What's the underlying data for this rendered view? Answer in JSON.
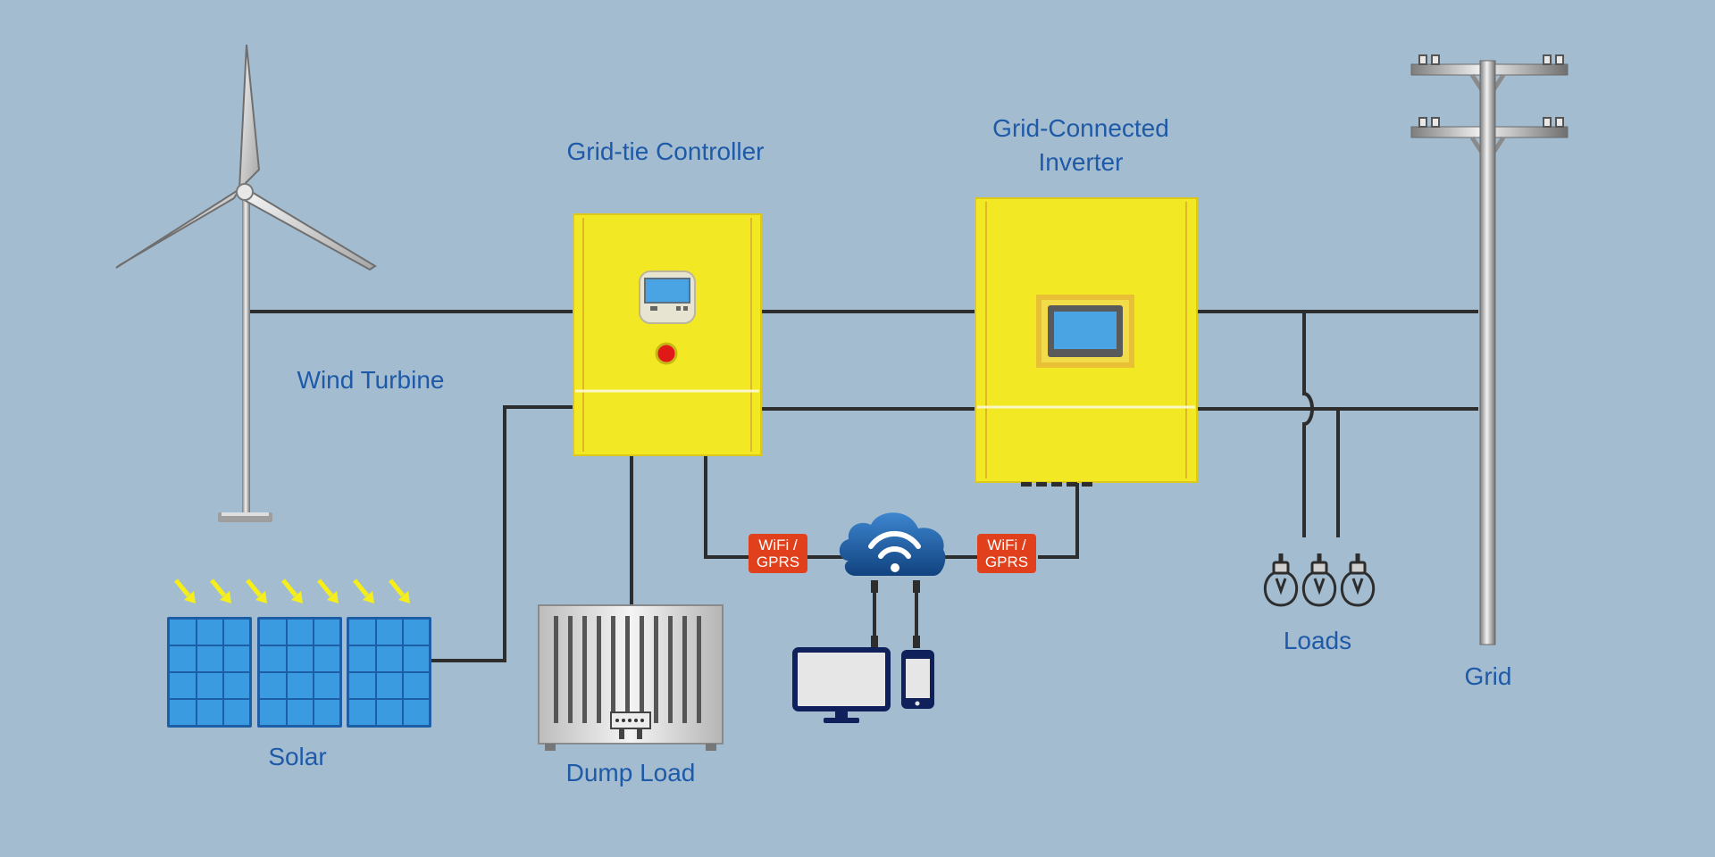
{
  "labels": {
    "wind_turbine": "Wind Turbine",
    "controller": "Grid-tie Controller",
    "inverter_line1": "Grid-Connected",
    "inverter_line2": "Inverter",
    "solar": "Solar",
    "dump_load": "Dump Load",
    "loads": "Loads",
    "grid": "Grid"
  },
  "comm_tags": [
    {
      "line1": "WiFi /",
      "line2": "GPRS"
    },
    {
      "line1": "WiFi /",
      "line2": "GPRS"
    }
  ],
  "colors": {
    "background": "#a4bcd0",
    "label": "#1e5aa8",
    "unit_yellow": "#f2e924",
    "wire": "#2d2d2d",
    "tag_red": "#e0401c",
    "panel_blue": "#3b9be0",
    "cloud_blue": "#1a5fa8",
    "arrow_yellow": "#f5ee1a"
  },
  "icons": [
    "wind-turbine-icon",
    "solar-panel-icon",
    "sun-ray-arrow-icon",
    "controller-display-icon",
    "red-indicator-icon",
    "inverter-screen-icon",
    "dump-load-resistor-icon",
    "wifi-cloud-icon",
    "monitor-icon",
    "smartphone-icon",
    "light-bulb-icon",
    "utility-pole-icon"
  ]
}
